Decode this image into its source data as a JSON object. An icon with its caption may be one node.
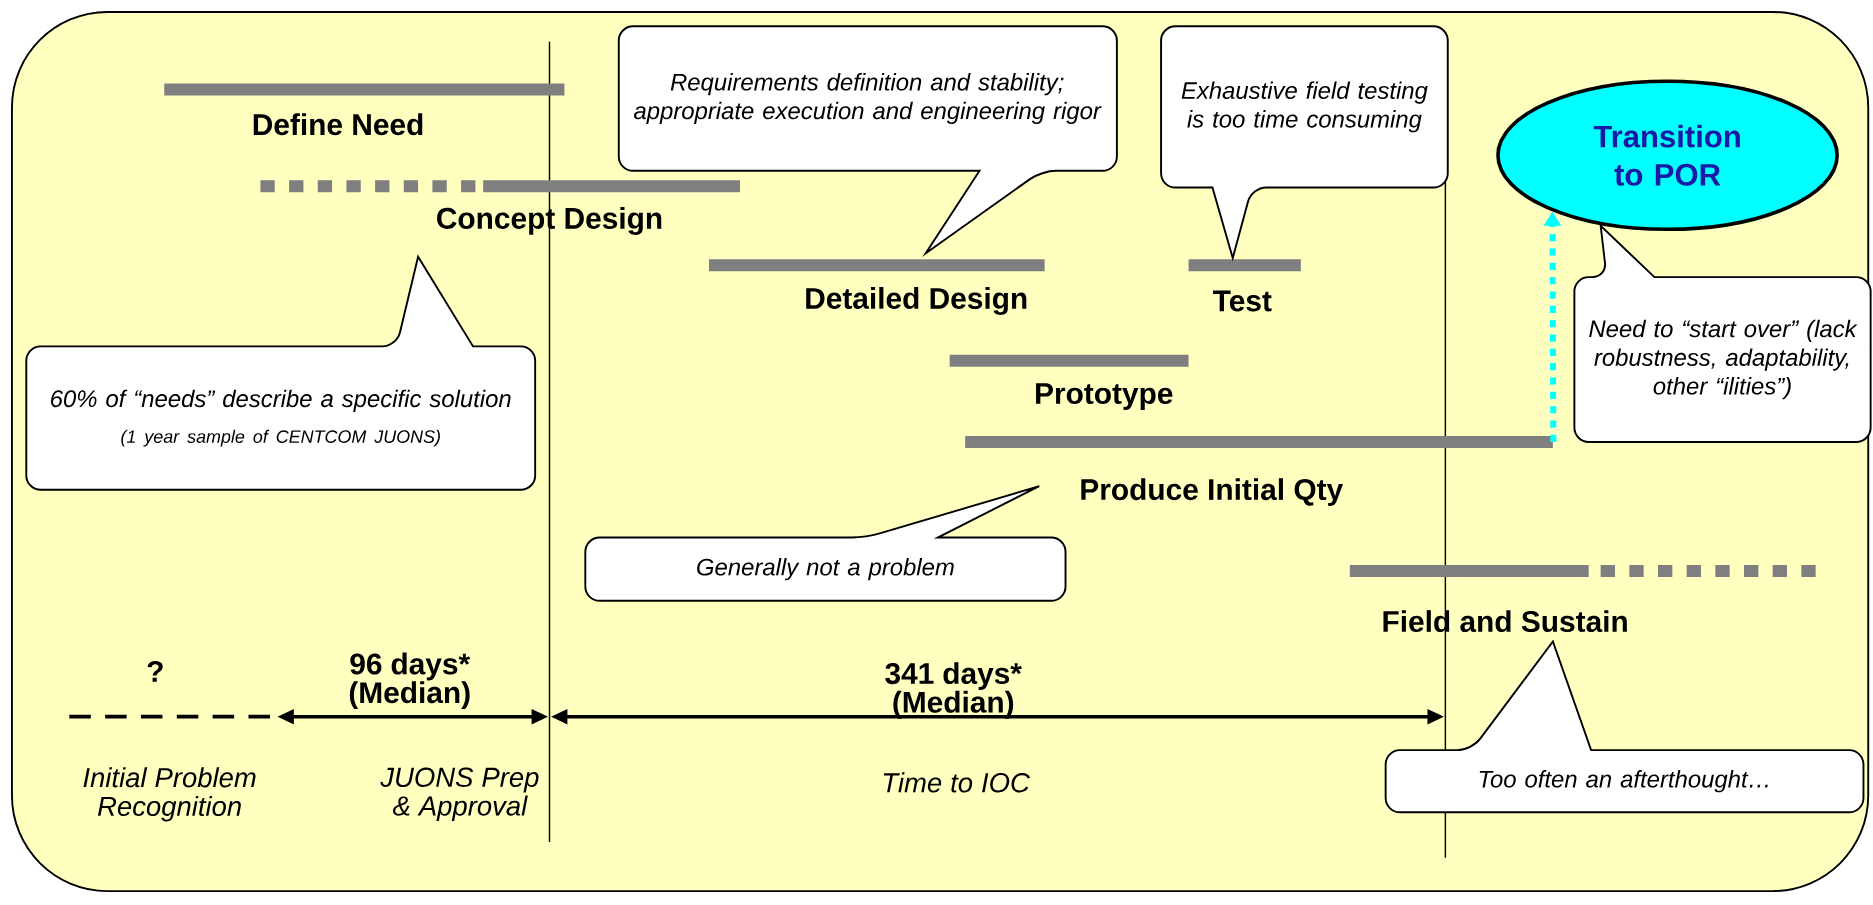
{
  "diagram": {
    "nodes": [
      {
        "text": [
          "Define Need"
        ]
      },
      {
        "text": [
          "Concept Design"
        ]
      },
      {
        "text": [
          "Detailed Design"
        ]
      },
      {
        "text": [
          "Test"
        ]
      },
      {
        "text": [
          "Prototype"
        ]
      },
      {
        "text": [
          "Produce Initial Qty"
        ]
      },
      {
        "text": [
          "Field and Sustain"
        ]
      },
      {
        "text": [
          "Transition to POR"
        ]
      },
      {
        "text": [
          "Requirements definition and stability; appropriate execution and engineering rigor"
        ]
      },
      {
        "text": [
          "Exhaustive field testing is too time consuming"
        ]
      },
      {
        "text": [
          "60% of “needs” describe a specific solution",
          "(1 year sample of CENTCOM JUONS)"
        ]
      },
      {
        "text": [
          "Generally not a problem"
        ]
      },
      {
        "text": [
          "Need to “start over” (lack robustness, adaptability, other “ilities”)"
        ]
      },
      {
        "text": [
          "Too often an afterthought…"
        ]
      }
    ],
    "edges": [
      {
        "from": 5,
        "to": 7,
        "arrow": "to",
        "style": "dashed",
        "color": "#00ffff"
      }
    ],
    "labels": [
      "?",
      "96 days* (Median)",
      "341 days* (Median)",
      "Initial Problem Recognition",
      "JUONS Prep & Approval",
      "Time to IOC"
    ]
  }
}
